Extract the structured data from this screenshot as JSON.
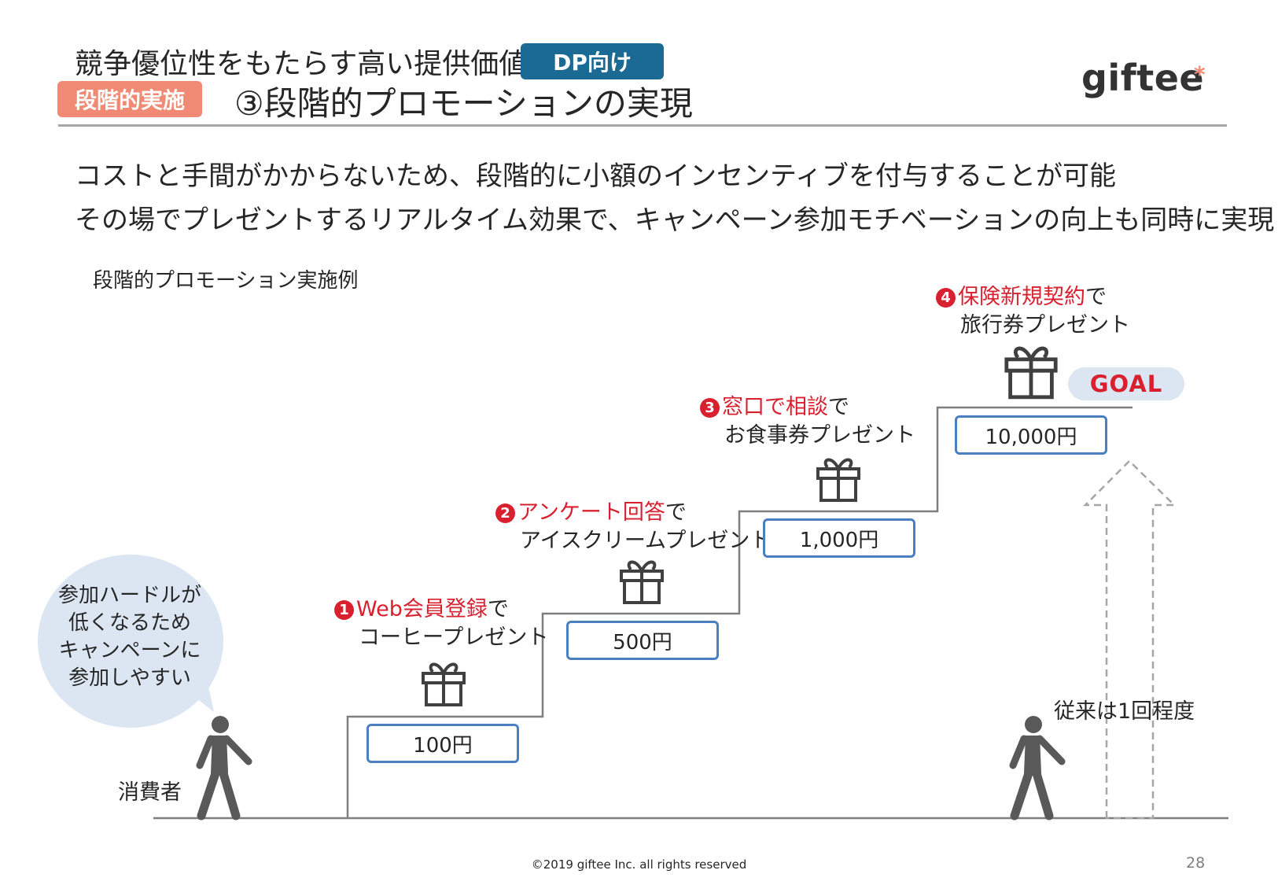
{
  "header": {
    "title_line1": "競争優位性をもたらす高い提供価値",
    "dp_badge": "DP向け",
    "stage_badge": "段階的実施",
    "title_line2": "③段階的プロモーションの実現",
    "logo": "giftee",
    "logo_star": "*"
  },
  "lead": {
    "line1": "コストと手間がかからないため、段階的に小額のインセンティブを付与することが可能",
    "line2": "その場でプレゼントするリアルタイム効果で、キャンペーン参加モチベーションの向上も同時に実現"
  },
  "diagram": {
    "sublabel": "段階的プロモーション実施例",
    "steps": [
      {
        "num": "1",
        "action": "Web会員登録",
        "suffix": "で",
        "reward": "コーヒープレゼント",
        "price": "100円"
      },
      {
        "num": "2",
        "action": "アンケート回答",
        "suffix": "で",
        "reward": "アイスクリームプレゼント",
        "price": "500円"
      },
      {
        "num": "3",
        "action": "窓口で相談",
        "suffix": "で",
        "reward": "お食事券プレゼント",
        "price": "1,000円"
      },
      {
        "num": "4",
        "action": "保険新規契約",
        "suffix": "で",
        "reward": "旅行券プレゼント",
        "price": "10,000円"
      }
    ],
    "goal": "GOAL",
    "bubble": [
      "参加ハードルが",
      "低くなるため",
      "キャンペーンに",
      "参加しやすい"
    ],
    "consumer": "消費者",
    "conventional": "従来は1回程度",
    "colors": {
      "accent_red": "#d9202f",
      "box_blue": "#4a7fc1",
      "goal_bg": "#dce6f2",
      "bubble_bg": "#dce6f2"
    }
  },
  "footer": {
    "copyright": "©2019 giftee Inc. all rights reserved",
    "page": "28"
  }
}
